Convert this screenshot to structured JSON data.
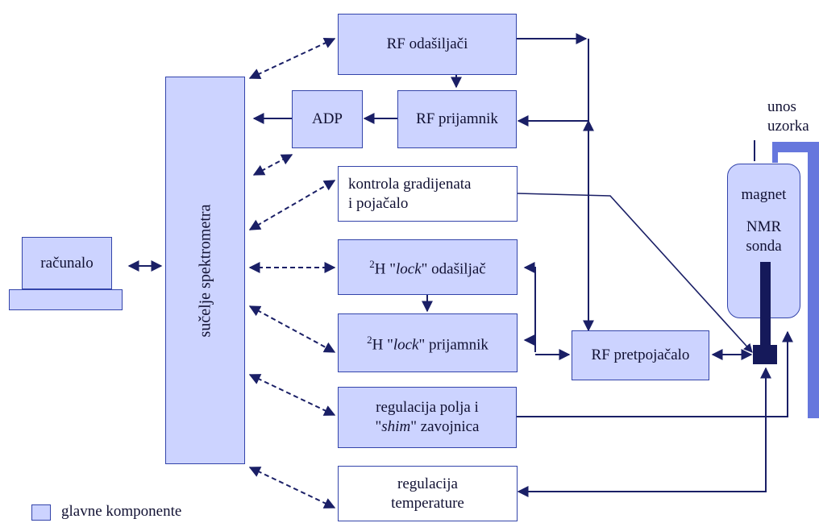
{
  "diagram": {
    "computer": "računalo",
    "interface": "sučelje spektrometra",
    "rf_transmitters": "RF odašiljači",
    "adc": "ADP",
    "rf_receiver": "RF prijamnik",
    "gradient_line1": "kontrola gradijenata",
    "gradient_line2": "i pojačalo",
    "lock_tx": {
      "iso": "2",
      "pre": "H \"",
      "em": "lock",
      "post": "\" odašiljač"
    },
    "lock_rx": {
      "iso": "2",
      "pre": "H \"",
      "em": "lock",
      "post": "\" prijamnik"
    },
    "preamp": "RF pretpojačalo",
    "field_line1": "regulacija polja i",
    "field_line2_pre": "\"",
    "field_line2_em": "shim",
    "field_line2_post": "\" zavojnica",
    "temp_line1": "regulacija",
    "temp_line2": "temperature",
    "magnet": "magnet",
    "probe_line1": "NMR",
    "probe_line2": "sonda",
    "sample_line1": "unos",
    "sample_line2": "uzorka",
    "legend": "glavne komponente"
  },
  "colors": {
    "main_fill": "#ccd3ff",
    "border": "#3344aa",
    "arrow": "#1a1f66",
    "sample_bar": "#6677dd"
  }
}
